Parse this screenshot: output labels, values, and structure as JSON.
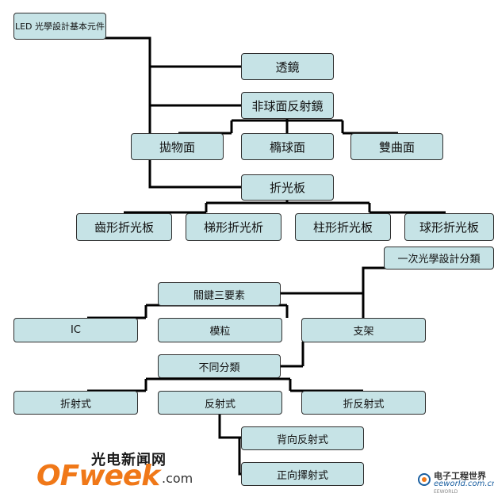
{
  "nodes": {
    "root": "LED 光學設計基本元件",
    "lens": "透鏡",
    "aspheric": "非球面反射鏡",
    "parabolic": "拋物面",
    "ellipsoid": "橢球面",
    "hyperbolic": "雙曲面",
    "refractor": "折光板",
    "sawtooth": "齒形折光板",
    "trapezoid": "梯形折光析",
    "cylinder": "柱形折光板",
    "spherical": "球形折光板",
    "primary_class": "一次光學設計分類",
    "key_elements": "關鍵三要素",
    "ic": "IC",
    "mold": "模粒",
    "bracket": "支架",
    "types": "不同分類",
    "refractive": "折射式",
    "reflective": "反射式",
    "refract_reflect": "折反射式",
    "back_reflect": "背向反射式",
    "front_reflect": "正向擇射式"
  },
  "watermark": {
    "brand_cn": "光电新闻网",
    "brand_main": "OFweek",
    "brand_domain": ".com",
    "brand2_cn": "电子工程世界",
    "brand2_domain": "eeworld.com.cn",
    "brand2_tag": "EEWORLD"
  },
  "colors": {
    "box_fill": "#c6e3e6",
    "line": "#000000",
    "logo_orange": "#f07818"
  }
}
